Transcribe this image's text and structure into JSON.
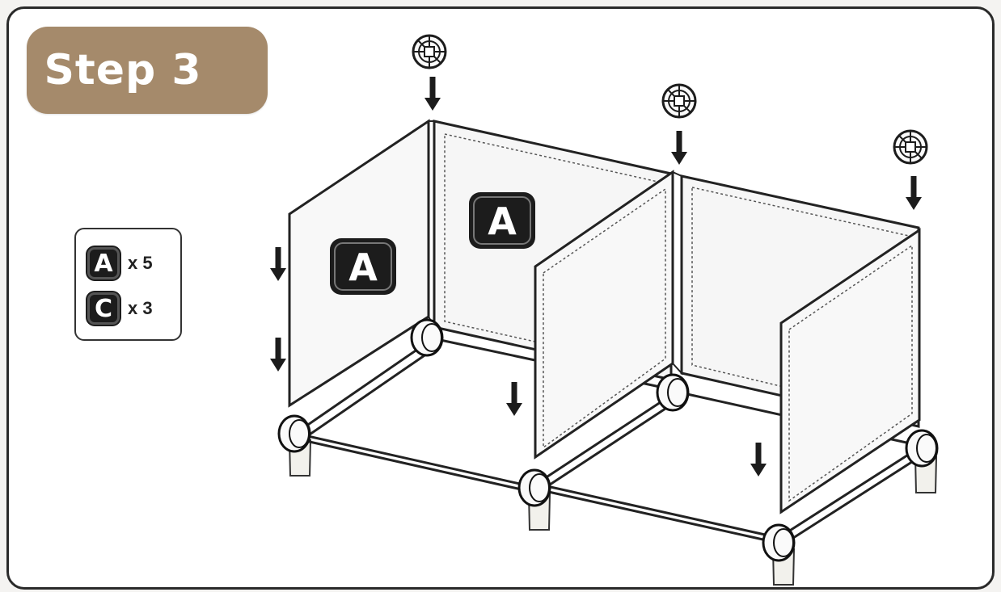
{
  "step": {
    "title": "Step 3"
  },
  "parts": [
    {
      "key": "A",
      "qty": "x 5"
    },
    {
      "key": "C",
      "qty": "x 3"
    }
  ],
  "panel_labels": [
    "A",
    "A"
  ],
  "colors": {
    "badge": "#a58a6b",
    "frame": "#2a2a2a",
    "panel_fill": "#f6f6f6",
    "ink": "#1c1c1c"
  },
  "icons": [
    "connector-icon",
    "down-arrow-icon"
  ]
}
